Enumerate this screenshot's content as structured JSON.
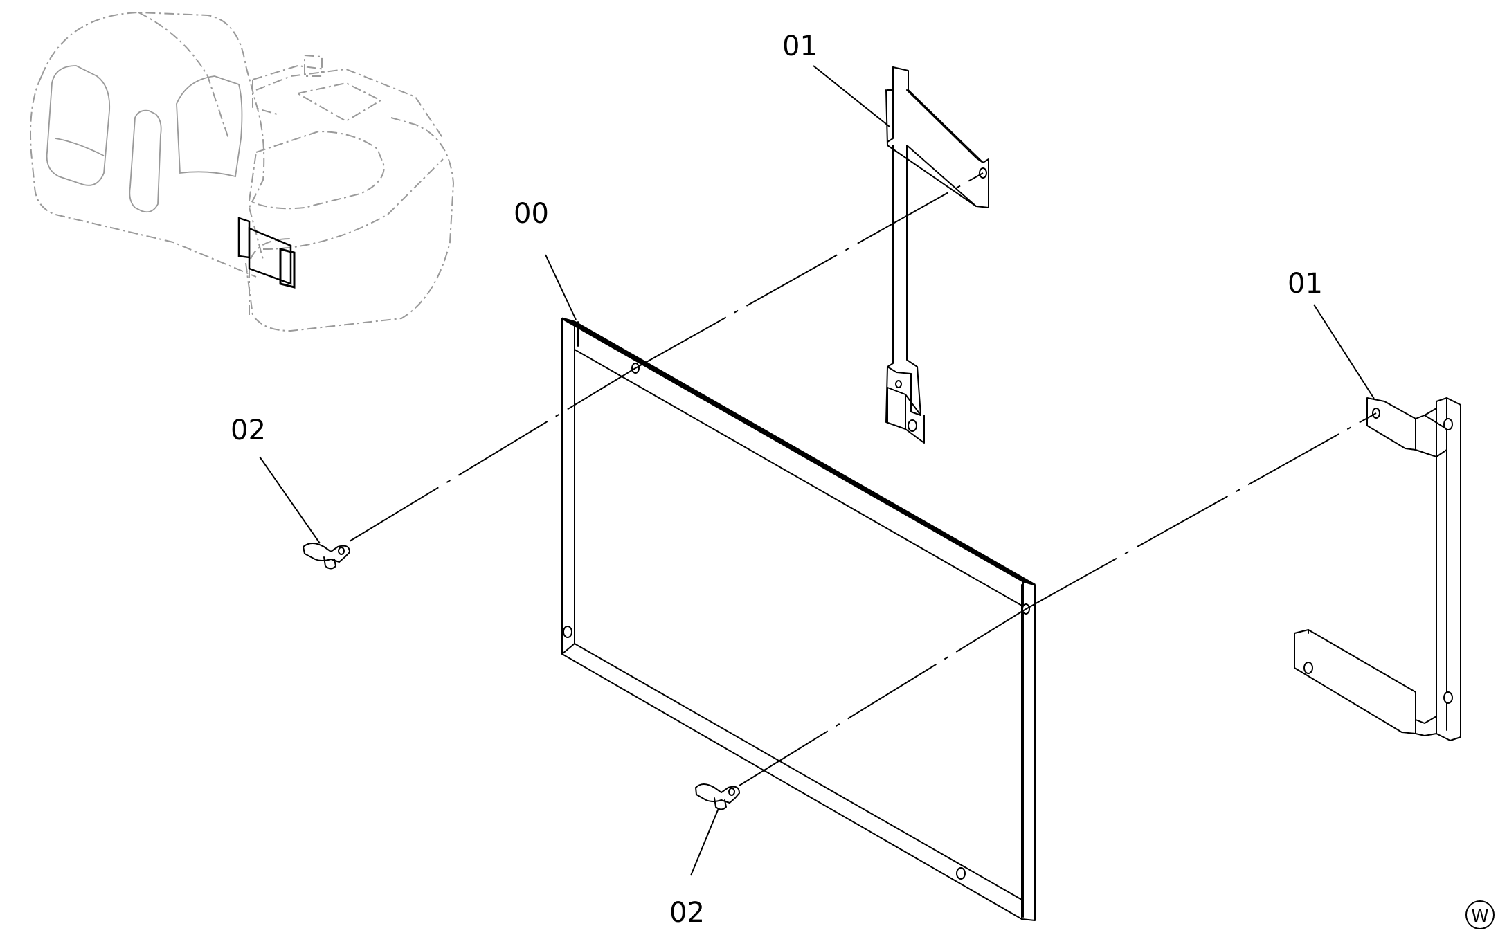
{
  "callouts": {
    "part_00": "00",
    "part_01_upper": "01",
    "part_01_right": "01",
    "part_02_left": "02",
    "part_02_bottom": "02"
  },
  "corner_mark": "W"
}
